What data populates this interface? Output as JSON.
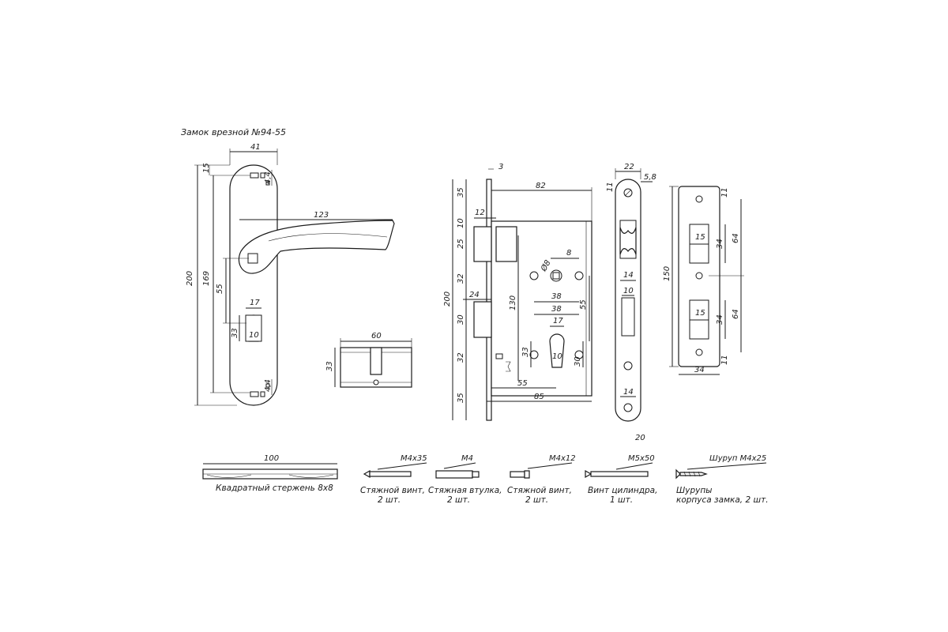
{
  "title": "Замок врезной №94-55",
  "handle": {
    "dims": {
      "width": "41",
      "height_total": "200",
      "screw_spacing": "169",
      "axis_to_cylinder": "55",
      "lever_length": "123",
      "top_offset": "15",
      "hole_top": "4,4",
      "hole_bottom": "4,4",
      "cyl_width": "17",
      "cyl_height": "33",
      "cyl_bottom": "10"
    }
  },
  "cylinder": {
    "dims": {
      "length": "60",
      "height": "33"
    }
  },
  "lock_body": {
    "dims": {
      "faceplate": "3",
      "depth": "82",
      "d35_top": "35",
      "d10": "10",
      "d12": "12",
      "d25": "25",
      "d32_a": "32",
      "d24": "24",
      "d200": "200",
      "d30_left": "30",
      "d32_b": "32",
      "d35_bottom": "35",
      "d130": "130",
      "d8": "8",
      "d_diam": "Ø8",
      "d38_a": "38",
      "d55_right": "55",
      "d38_b": "38",
      "d17": "17",
      "d33": "33",
      "d10_cyl": "10",
      "d30_right": "30",
      "d55_bottom": "55",
      "d85": "85"
    }
  },
  "faceplate_side": {
    "dims": {
      "d22": "22",
      "d5_8": "5,8",
      "d11": "11",
      "d14_a": "14",
      "d10": "10",
      "d14_b": "14",
      "d20": "20"
    }
  },
  "strike_plate": {
    "dims": {
      "d11_top": "11",
      "d15_a": "15",
      "d34_a": "34",
      "d64_a": "64",
      "d150": "150",
      "d15_b": "15",
      "d34_b": "34",
      "d64_b": "64",
      "d11_bottom": "11",
      "d34_width": "34"
    }
  },
  "accessories": [
    {
      "spec": "100",
      "caption": [
        "Квадратный стержень 8х8"
      ]
    },
    {
      "spec": "М4х35",
      "caption": [
        "Стяжной винт,",
        "2 шт."
      ]
    },
    {
      "spec": "М4",
      "caption": [
        "Стяжная втулка,",
        "2 шт."
      ]
    },
    {
      "spec": "М4х12",
      "caption": [
        "Стяжной винт,",
        "2 шт."
      ]
    },
    {
      "spec": "М5х50",
      "caption": [
        "Винт цилиндра,",
        "1 шт."
      ]
    },
    {
      "spec": "Шуруп М4х25",
      "caption": [
        "Шурупы",
        "корпуса замка, 2 шт."
      ]
    }
  ]
}
